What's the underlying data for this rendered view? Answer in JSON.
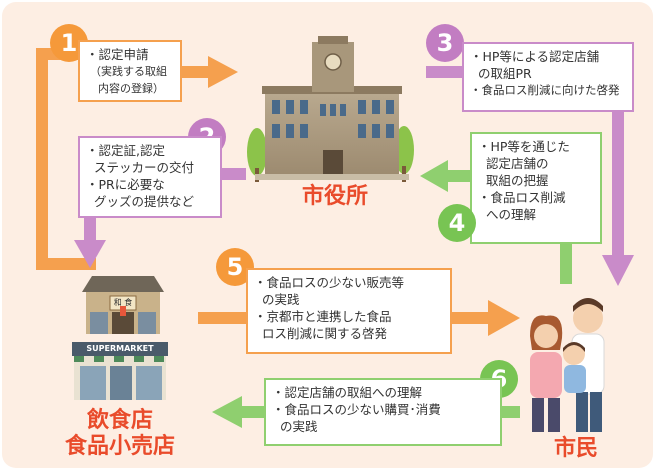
{
  "steps": {
    "s1": {
      "number": "1",
      "lines": [
        "・認定申請",
        "（実践する取組",
        "内容の登録）"
      ]
    },
    "s2": {
      "number": "2",
      "lines": [
        "・認定証,認定",
        "ステッカーの交付",
        "・PRに必要な",
        "グッズの提供など"
      ]
    },
    "s3": {
      "number": "3",
      "lines": [
        "・HP等による認定店舗",
        "の取組PR",
        "・食品ロス削減に向けた啓発"
      ]
    },
    "s4": {
      "number": "4",
      "lines": [
        "・HP等を通じた",
        "認定店舗の",
        "取組の把握",
        "・食品ロス削減",
        "への理解"
      ]
    },
    "s5": {
      "number": "5",
      "lines": [
        "・食品ロスの少ない販売等",
        "の実践",
        "・京都市と連携した食品",
        "ロス削減に関する啓発"
      ]
    },
    "s6": {
      "number": "6",
      "lines": [
        "・認定店舗の取組への理解",
        "・食品ロスの少ない購買･消費",
        "の実践"
      ]
    }
  },
  "actors": {
    "city_hall": "市役所",
    "restaurants": [
      "飲食店",
      "食品小売店"
    ],
    "citizens": "市民",
    "supermarket_sign": "SUPERMARKET",
    "shop_sign": "和 食"
  },
  "colors": {
    "orange": "#f5993a",
    "purple": "#c27dc2",
    "green": "#78c453",
    "title_red": "#e94b2b",
    "background": "#fdeee3"
  }
}
